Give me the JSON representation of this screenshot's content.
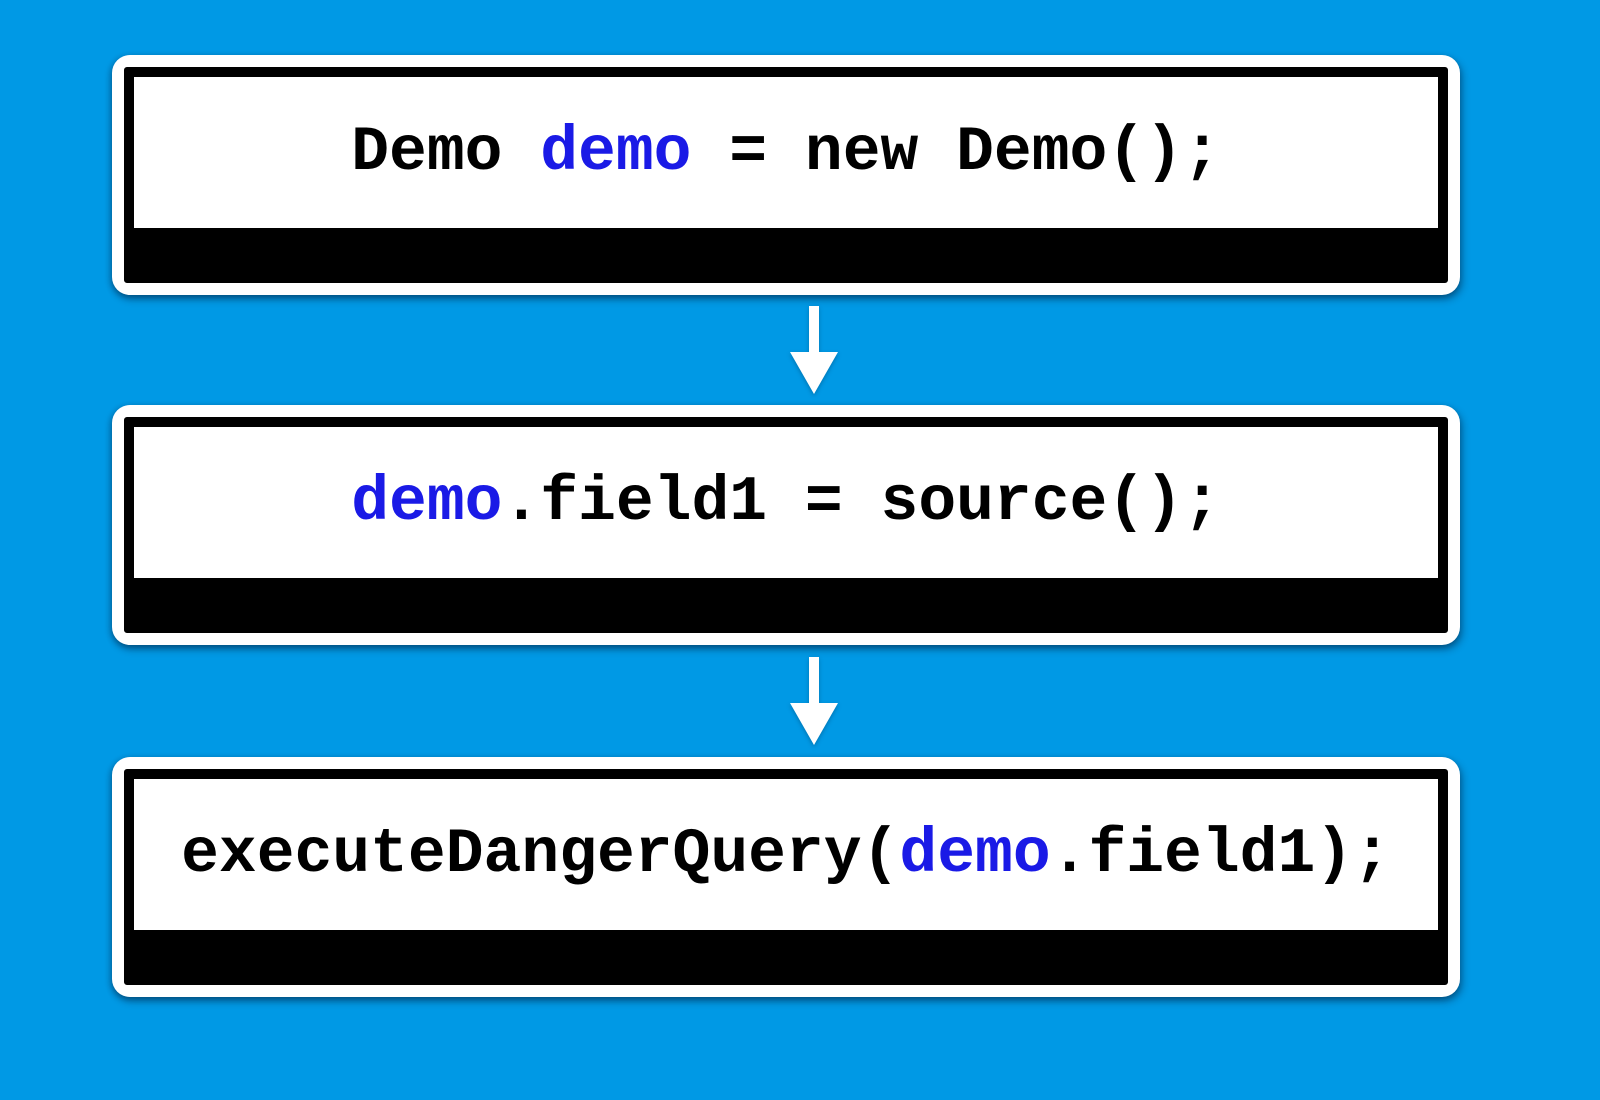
{
  "colors": {
    "background": "#0099e5",
    "box-frame": "#ffffff",
    "box-border": "#000000",
    "code-black": "#000000",
    "code-blue": "#1a1ae6",
    "arrow": "#ffffff"
  },
  "diagram": {
    "description": "code-flow-diagram",
    "boxes": [
      {
        "name": "statement-1",
        "full_text": "Demo demo = new Demo();",
        "segments": [
          {
            "text": "Demo ",
            "color": "black",
            "cls": "seg black"
          },
          {
            "text": "demo",
            "color": "blue",
            "cls": "seg blue"
          },
          {
            "text": " = new Demo();",
            "color": "black",
            "cls": "seg black"
          }
        ]
      },
      {
        "name": "statement-2",
        "full_text": "demo.field1 = source();",
        "segments": [
          {
            "text": "demo",
            "color": "blue",
            "cls": "seg blue"
          },
          {
            "text": ".field1 = source();",
            "color": "black",
            "cls": "seg black"
          }
        ]
      },
      {
        "name": "statement-3",
        "full_text": "executeDangerQuery(demo.field1);",
        "segments": [
          {
            "text": "executeDangerQuery(",
            "color": "black",
            "cls": "seg black"
          },
          {
            "text": "demo",
            "color": "blue",
            "cls": "seg blue"
          },
          {
            "text": ".field1);",
            "color": "black",
            "cls": "seg black"
          }
        ]
      }
    ],
    "connectors": [
      {
        "name": "arrow-1",
        "type": "down-arrow"
      },
      {
        "name": "arrow-2",
        "type": "down-arrow"
      }
    ]
  }
}
